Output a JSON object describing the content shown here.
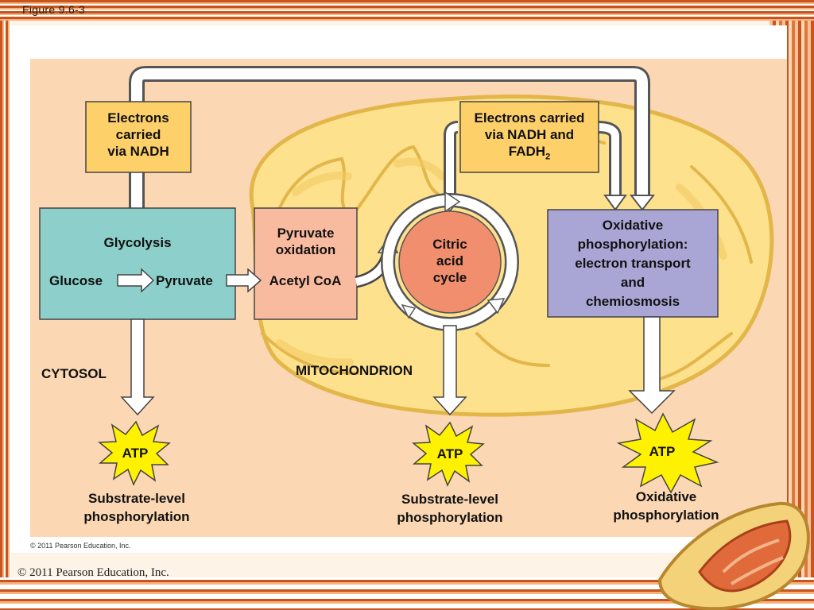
{
  "figure_label": "Figure 9.6-3",
  "copyright_small": "© 2011 Pearson Education, Inc.",
  "copyright_bottom": "© 2011 Pearson Education, Inc.",
  "electron_box_left": {
    "line1": "Electrons",
    "line2": "carried",
    "line3": "via NADH"
  },
  "electron_box_right": {
    "line1": "Electrons carried",
    "line2": "via NADH and",
    "line3_main": "FADH",
    "line3_sub": "2"
  },
  "glycolysis": {
    "title": "Glycolysis",
    "glucose": "Glucose",
    "pyruvate": "Pyruvate"
  },
  "pyruvate_oxidation": {
    "line1": "Pyruvate",
    "line2": "oxidation",
    "product": "Acetyl CoA"
  },
  "citric_acid_cycle": {
    "line1": "Citric",
    "line2": "acid",
    "line3": "cycle"
  },
  "oxidative_phosphorylation_box": {
    "line1": "Oxidative",
    "line2": "phosphorylation:",
    "line3": "electron transport",
    "line4": "and",
    "line5": "chemiosmosis"
  },
  "region_labels": {
    "cytosol": "CYTOSOL",
    "mitochondrion": "MITOCHONDRION"
  },
  "atp": {
    "left": "ATP",
    "middle": "ATP",
    "right": "ATP"
  },
  "captions": {
    "left": {
      "line1": "Substrate-level",
      "line2": "phosphorylation"
    },
    "middle": {
      "line1": "Substrate-level",
      "line2": "phosphorylation"
    },
    "right": {
      "line1": "Oxidative",
      "line2": "phosphorylation"
    }
  },
  "colors": {
    "panel_bg": "#fbd7b3",
    "mito_fill": "#fde18d",
    "mito_stroke": "#e3b64a",
    "electron_box": "#fdd06a",
    "glycolysis_box": "#8dd0cb",
    "pyruvate_box": "#f9bba0",
    "cycle_circle": "#f08e6e",
    "ox_box": "#a9a6d5",
    "atp_burst": "#fff200",
    "slide_orange": "#c9541e"
  }
}
